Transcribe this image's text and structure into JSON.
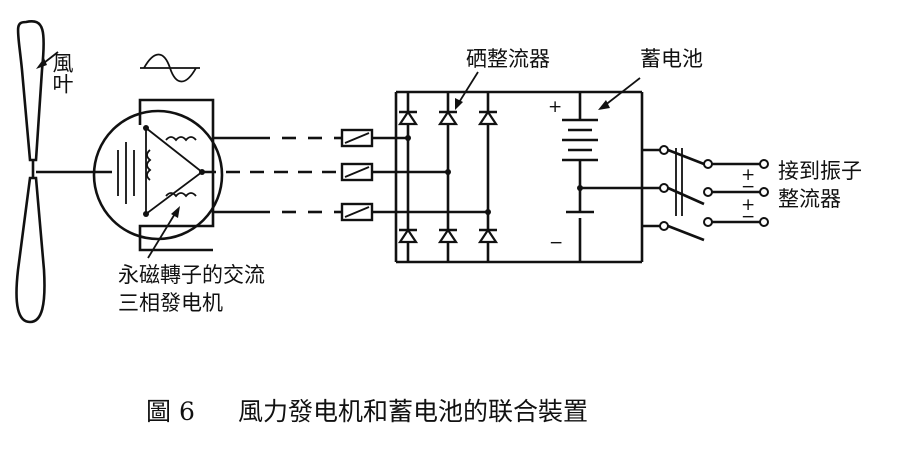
{
  "labels": {
    "fan_blade": "風叶",
    "generator_line1": "永磁轉子的交流",
    "generator_line2": "三相發电机",
    "rectifier": "硒整流器",
    "battery": "蓄电池",
    "output_line1": "接到振子",
    "output_line2": "整流器"
  },
  "symbols": {
    "plus": "+",
    "minus": "−"
  },
  "caption": {
    "figure_number": "圖 6",
    "title": "風力發电机和蓄电池的联合裝置"
  },
  "colors": {
    "ink": "#111111",
    "background": "#ffffff"
  }
}
